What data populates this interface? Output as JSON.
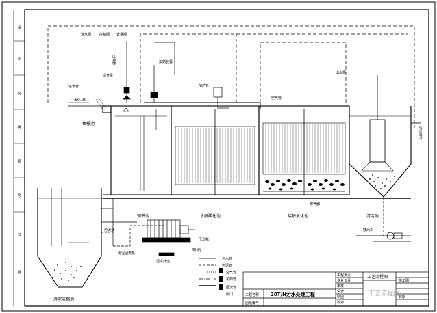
{
  "drawing": {
    "title": "20T/H污水处理工程",
    "colors": {
      "line": "#000000",
      "paper": "#ffffff",
      "watermark": "#aaaaaa"
    },
    "labels": {
      "level": "±0.00",
      "grit": "格栅池",
      "adjust": "调节池",
      "hydrolysis": "水解酸化池",
      "contact": "接触氧化池",
      "settle": "沉淀池",
      "sludge_tank": "污泥浓缩池",
      "outlet": "达标排放",
      "valve_in": "进水阀",
      "valve_ctrl": "控制阀",
      "flow_meter": "计量阀",
      "pipe_a": "提升泵",
      "pipe_b": "回流管",
      "dosing": "加药装置",
      "dosing2": "加药管",
      "aerator": "曝气器",
      "air_pipe": "空气管",
      "blower": "鼓风机",
      "effluent": "出水堰",
      "inlet_pipe": "进水管",
      "filter_press": "压滤机",
      "sludge_pump": "污泥泵",
      "sludge_return": "污泥回流泵",
      "sludge_cake": "泥饼外运",
      "legend_title": "图 例"
    },
    "legend_items": [
      "污水管",
      "污泥管",
      "空气管",
      "加药管",
      "回流管",
      "阀门"
    ],
    "title_block": {
      "company": "工程名称",
      "drawing_no": "图纸编号",
      "row1": "工程负责",
      "row2": "专业负责",
      "row3": "审核",
      "row4": "设计",
      "row5": "制图",
      "row6": "校对",
      "sheet": "工艺流程图",
      "stage": "施工图",
      "date": "日期"
    },
    "watermark": "工艺流程图",
    "left_strip": [
      "设",
      "计",
      "说",
      "明",
      "图",
      "号",
      "日",
      "期"
    ]
  }
}
